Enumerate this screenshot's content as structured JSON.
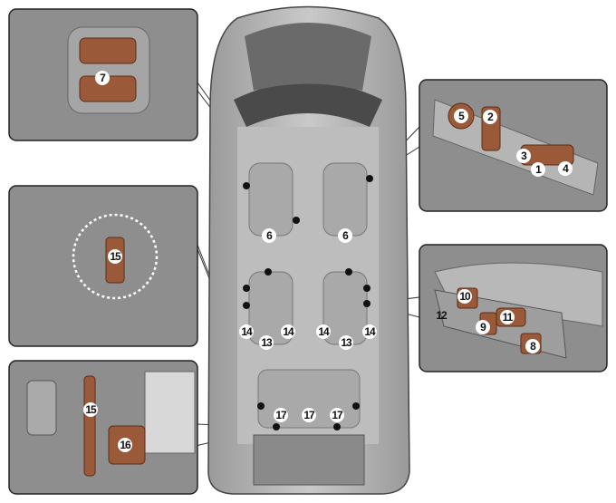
{
  "figure": {
    "title": "Seat controls location diagram",
    "labels": {
      "front_left_seat": "6",
      "front_right_seat": "6",
      "mid_left_outer": "14",
      "mid_left_center": "13",
      "mid_left_inner": "14",
      "mid_right_inner": "14",
      "mid_right_center": "13",
      "mid_right_outer": "14",
      "rear_left": "17",
      "rear_center": "17",
      "rear_right": "17",
      "headrest_panel": "7",
      "strap_panel": "15",
      "trunk_strap": "15",
      "trunk_switch": "16",
      "door_switch_5": "5",
      "door_switch_2": "2",
      "door_switch_3": "3",
      "door_switch_1": "1",
      "door_switch_4": "4",
      "seat_side_10": "10",
      "seat_side_12": "12",
      "seat_side_9": "9",
      "seat_side_11": "11",
      "seat_side_8": "8"
    },
    "colors": {
      "button": "#9a5a3a",
      "panel": "#8e8e8e"
    }
  }
}
